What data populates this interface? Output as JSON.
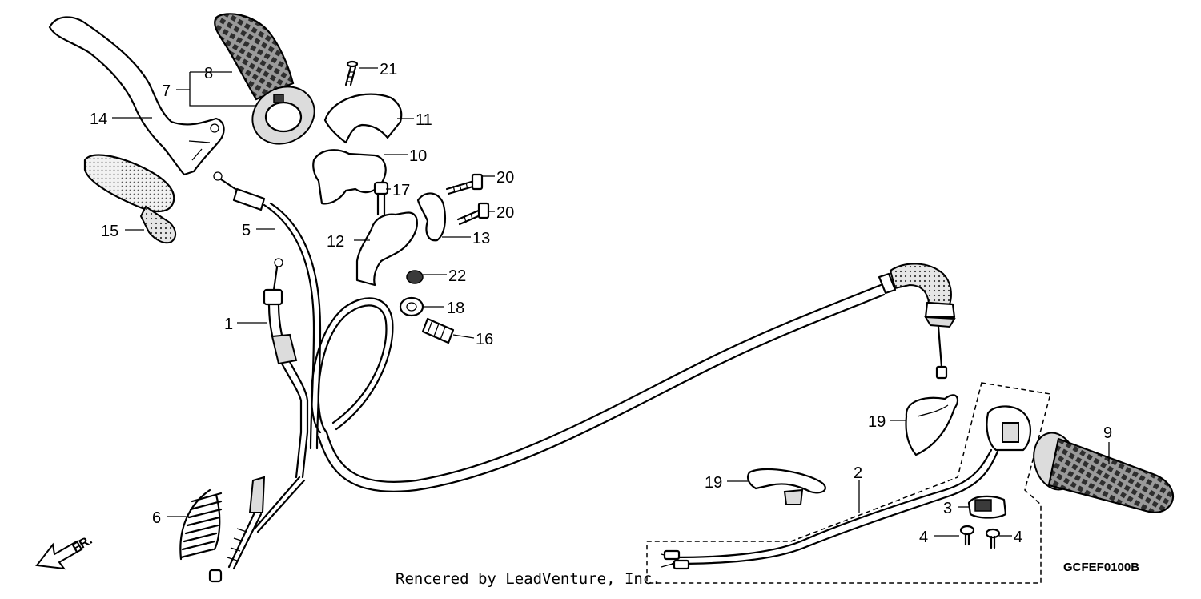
{
  "callouts": {
    "c1": "1",
    "c2": "2",
    "c3": "3",
    "c4a": "4",
    "c4b": "4",
    "c5": "5",
    "c6": "6",
    "c7": "7",
    "c8": "8",
    "c9": "9",
    "c10": "10",
    "c11": "11",
    "c12": "12",
    "c13": "13",
    "c14": "14",
    "c15": "15",
    "c16": "16",
    "c17": "17",
    "c18": "18",
    "c19a": "19",
    "c19b": "19",
    "c20a": "20",
    "c20b": "20",
    "c21": "21",
    "c22": "22"
  },
  "direction_label": "FR.",
  "footer_credit": "Rencered by LeadVenture, Inc.",
  "diagram_code": "GCFEF0100B",
  "icons": {
    "direction": "forward-arrow-icon"
  },
  "colors": {
    "line": "#000000",
    "background": "#ffffff"
  }
}
